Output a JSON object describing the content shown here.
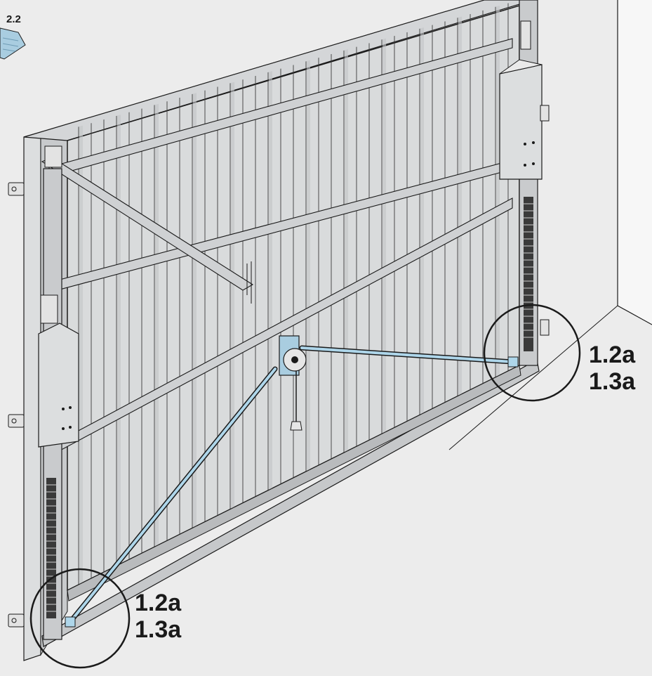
{
  "reference_tag": "2.2",
  "callouts": {
    "right": {
      "line1": "1.2a",
      "line2": "1.3a"
    },
    "left": {
      "line1": "1.2a",
      "line2": "1.3a"
    }
  },
  "colors": {
    "panel": "#d9dbdc",
    "panel_dark": "#b3b5b7",
    "outline": "#1a1a1a",
    "wall": "#ececec",
    "cable": "#aed6ea",
    "booklet": "#a9cde0"
  }
}
